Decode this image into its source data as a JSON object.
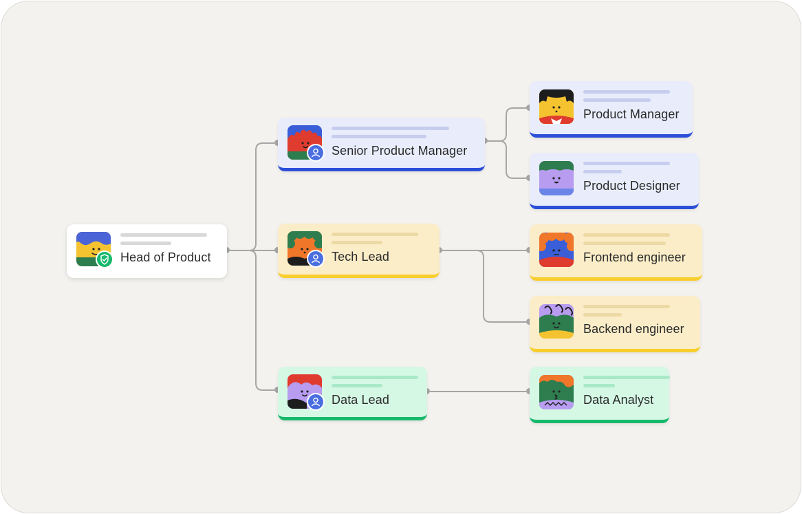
{
  "nodes": {
    "head": {
      "label": "Head of Product"
    },
    "spm": {
      "label": "Senior Product Manager"
    },
    "tech": {
      "label": "Tech Lead"
    },
    "data": {
      "label": "Data Lead"
    },
    "pm": {
      "label": "Product Manager"
    },
    "pd": {
      "label": "Product Designer"
    },
    "fe": {
      "label": "Frontend engineer"
    },
    "be": {
      "label": "Backend engineer"
    },
    "da": {
      "label": "Data Analyst"
    }
  },
  "colors": {
    "background": "#f4f2ef",
    "blue_accent": "#2b4fd8",
    "yellow_accent": "#f8ce2c",
    "green_accent": "#17b96c",
    "connector": "#a6a6a6"
  },
  "icons": {
    "head_badge": "shield-check-icon",
    "lead_badge": "user-icon"
  }
}
